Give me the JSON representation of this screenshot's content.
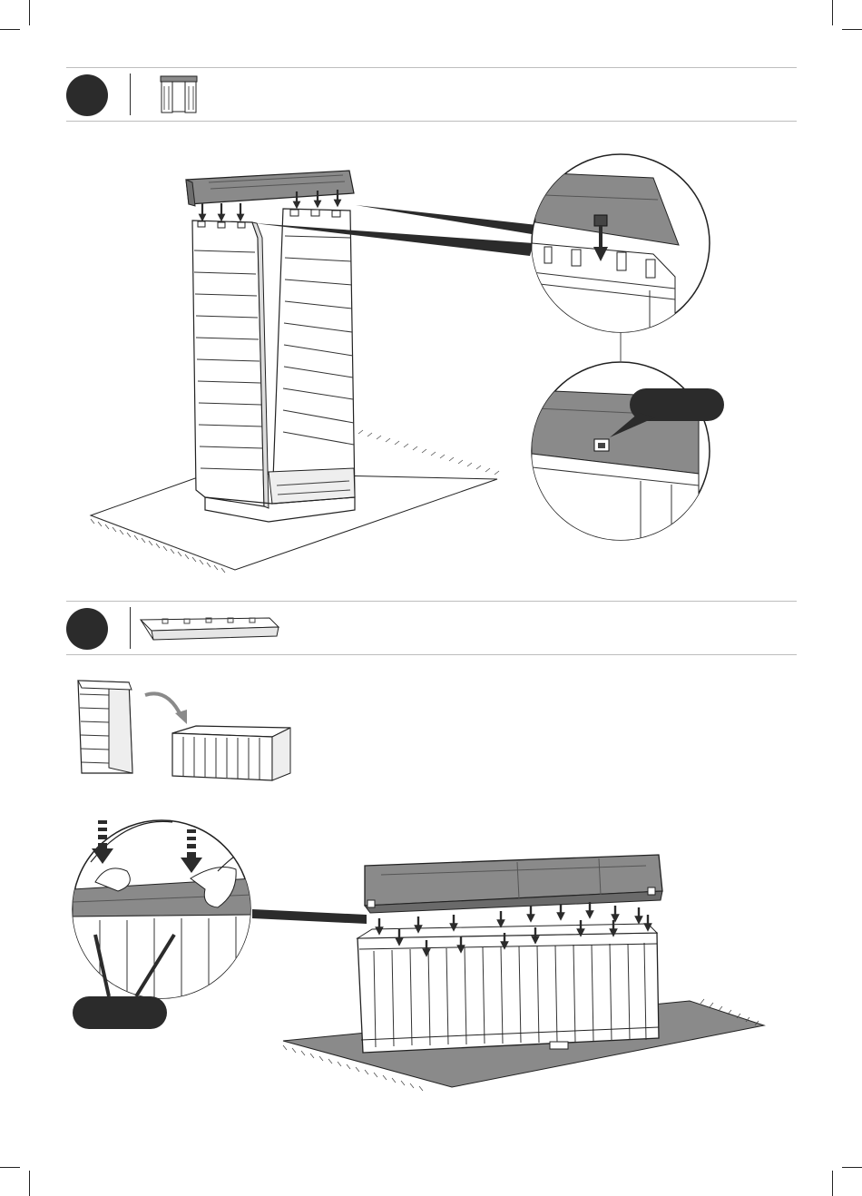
{
  "page": {
    "background": "#ffffff",
    "ink": "#2b2b2b",
    "panel_grey": "#8a8a8a"
  },
  "steps": [
    {
      "id": "step-a",
      "icon": "cabinet-thumbnail-icon"
    },
    {
      "id": "step-b",
      "icon": "base-tray-thumbnail-icon"
    }
  ],
  "figures": {
    "upper": [
      "tall-box-assembly",
      "lid-onto-walls-arrows",
      "detail-zoom-before",
      "detail-zoom-after",
      "dark-callout"
    ],
    "lower": [
      "tip-over-arrow",
      "upright-box",
      "flipped-box",
      "lid-drop-assembly",
      "hands-press-zoom",
      "dark-callout"
    ]
  }
}
